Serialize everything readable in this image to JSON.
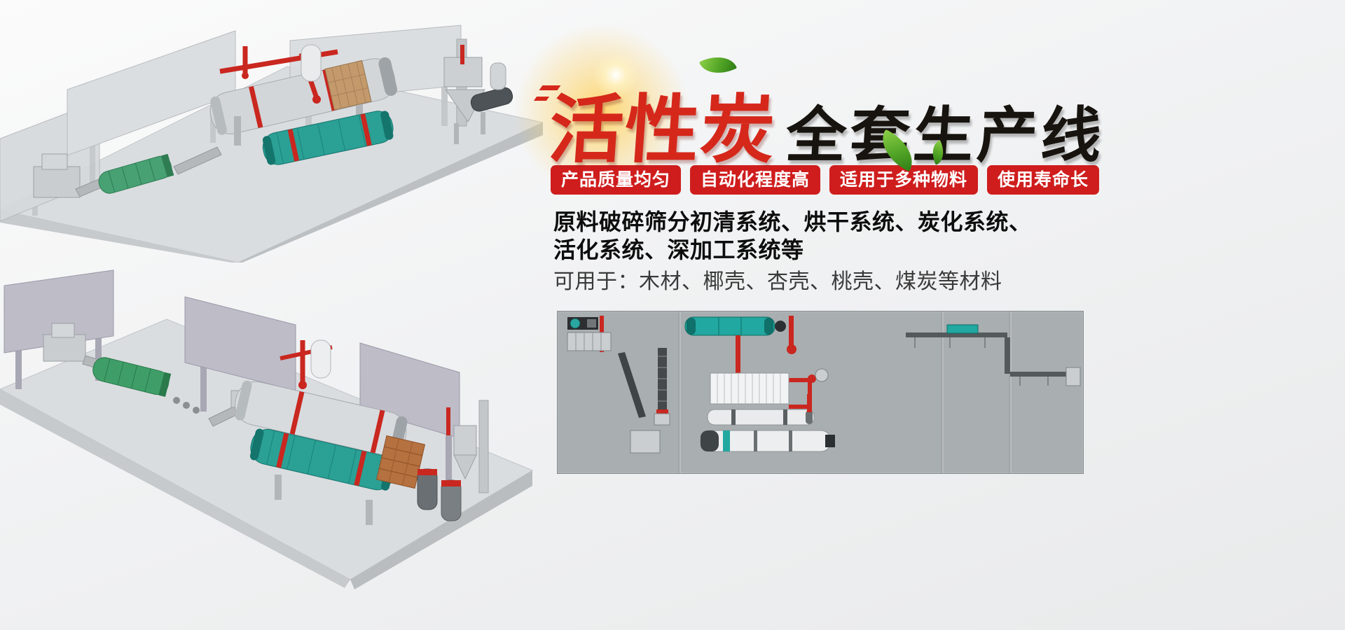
{
  "hero": {
    "title_red": "活性炭",
    "title_black": "全套生产线",
    "badges": [
      "产品质量均匀",
      "自动化程度高",
      "适用于多种物料",
      "使用寿命长"
    ],
    "description": {
      "line1": "原料破碎筛分初清系统、烘干系统、炭化系统、",
      "line2": "活化系统、深加工系统等",
      "line3": "可用于：木材、椰壳、杏壳、桃壳、煤炭等材料"
    }
  },
  "illustrations": {
    "top_left": "isometric-3d-production-line-render",
    "bottom_left": "isometric-3d-production-line-render",
    "bottom_right": "plan-view-process-flow-diagram"
  },
  "colors": {
    "badge_red": "#cf1d1d",
    "title_red": "#d5281b",
    "title_dark": "#17130e",
    "diagram_panel_gray": "#a9aeb0",
    "machine_teal": "#21a8a0",
    "pipe_red": "#c9271f",
    "leaf_green": "#52a426"
  }
}
